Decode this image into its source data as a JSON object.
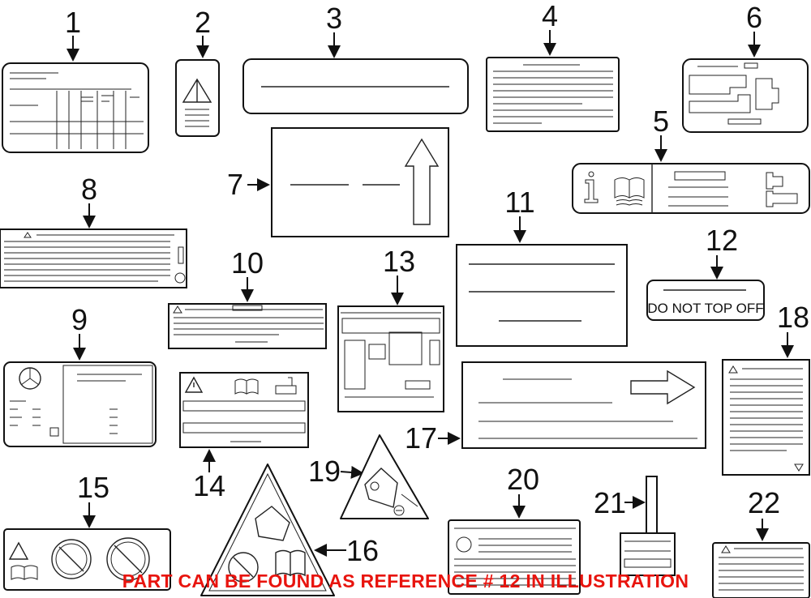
{
  "callouts": [
    "1",
    "2",
    "3",
    "4",
    "5",
    "6",
    "7",
    "8",
    "9",
    "10",
    "11",
    "12",
    "13",
    "14",
    "15",
    "16",
    "17",
    "18",
    "19",
    "20",
    "21",
    "22"
  ],
  "label_12_text": "DO NOT TOP OFF",
  "notice": "PART CAN BE FOUND AS REFERENCE # 12 IN ILLUSTRATION",
  "colors": {
    "notice": "#e8140e",
    "line": "#111111"
  }
}
